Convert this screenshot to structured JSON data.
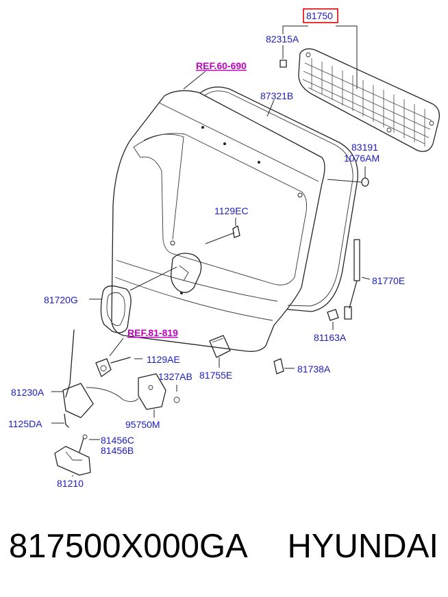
{
  "diagram": {
    "callouts": {
      "highlighted": "81750",
      "c82315A": "82315A",
      "c87321B": "87321B",
      "c83191": "83191",
      "c1076AM": "1076AM",
      "c1129EC": "1129EC",
      "c81770E": "81770E",
      "c81720G": "81720G",
      "c81163A": "81163A",
      "c1129AE": "1129AE",
      "c1327AB": "1327AB",
      "c81755E": "81755E",
      "c81738A": "81738A",
      "c81230A": "81230A",
      "c95750M": "95750M",
      "c1125DA": "1125DA",
      "c81456C": "81456C",
      "c81456B": "81456B",
      "c81210": "81210"
    },
    "references": {
      "ref1": "REF.60-690",
      "ref2": "REF.81-819"
    },
    "colors": {
      "callout_text": "#1b1bc0",
      "reference_text": "#c000c0",
      "highlight_box": "#e00000"
    }
  },
  "caption": {
    "part_number": "817500X000GA",
    "brand": "HYUNDAI"
  }
}
